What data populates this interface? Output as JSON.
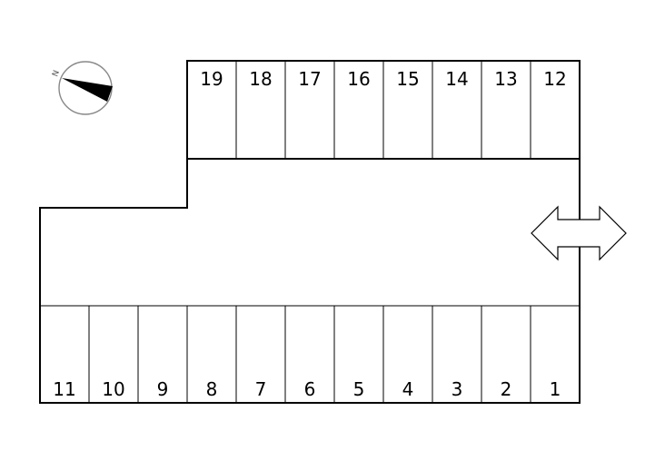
{
  "compass": {
    "north_letter": "N"
  },
  "top_row": {
    "stalls": [
      "19",
      "18",
      "17",
      "16",
      "15",
      "14",
      "13",
      "12"
    ]
  },
  "bottom_row": {
    "stalls": [
      "11",
      "10",
      "9",
      "8",
      "7",
      "6",
      "5",
      "4",
      "3",
      "2",
      "1"
    ]
  },
  "entrance": {
    "icon": "double-arrow-icon"
  },
  "colors": {
    "line": "#000000",
    "background": "#ffffff",
    "compass_ring": "#888888"
  }
}
